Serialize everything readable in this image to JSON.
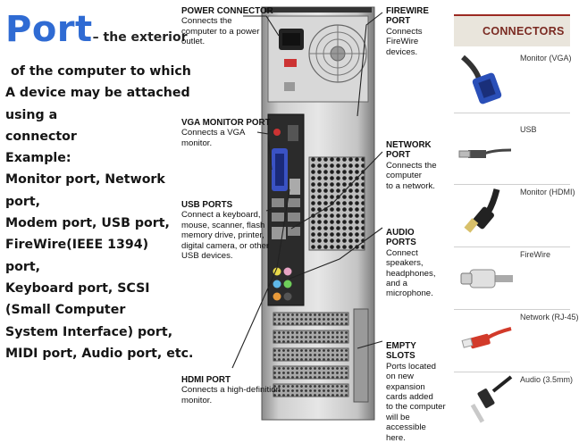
{
  "intro": {
    "title_word": "Port",
    "title_rest": "– the exterior",
    "lines": [
      "of the computer to which",
      "A device may be attached",
      "using a",
      "connector",
      "Example:",
      "Monitor port, Network",
      "port,",
      "Modem port, USB port,",
      "FireWire(IEEE 1394)",
      "port,",
      "Keyboard port, SCSI",
      "(Small Computer",
      "System Interface) port,",
      "MIDI port, Audio port, etc."
    ]
  },
  "callouts": {
    "power": {
      "title": "POWER CONNECTOR",
      "lines": [
        "Connects the",
        "computer to a power",
        "outlet."
      ]
    },
    "firewire": {
      "title": "FIREWIRE PORT",
      "lines": [
        "Connects FireWire",
        "devices."
      ]
    },
    "vga": {
      "title": "VGA MONITOR PORT",
      "lines": [
        "Connects a VGA",
        "monitor."
      ]
    },
    "network": {
      "title": "NETWORK PORT",
      "lines": [
        "Connects the computer",
        "to a network."
      ]
    },
    "usb": {
      "title": "USB PORTS",
      "lines": [
        "Connect a keyboard,",
        "mouse, scanner, flash",
        "memory drive, printer,",
        "digital camera, or other",
        "USB devices."
      ]
    },
    "audio": {
      "title": "AUDIO PORTS",
      "lines": [
        "Connect speakers,",
        "headphones, and a",
        "microphone."
      ]
    },
    "slots": {
      "title": "EMPTY SLOTS",
      "lines": [
        "Ports located on new",
        "expansion cards added",
        "to the computer will be",
        "accessible here."
      ]
    },
    "hdmi": {
      "title": "HDMI PORT",
      "lines": [
        "Connects a high-definition",
        "monitor."
      ]
    }
  },
  "connectors_panel": {
    "heading": "CONNECTORS",
    "items": [
      {
        "label": "Monitor (VGA)",
        "icon": "vga-connector-icon"
      },
      {
        "label": "USB",
        "icon": "usb-connector-icon"
      },
      {
        "label": "Monitor (HDMI)",
        "icon": "hdmi-connector-icon"
      },
      {
        "label": "FireWire",
        "icon": "firewire-connector-icon"
      },
      {
        "label": "Network (RJ-45)",
        "icon": "rj45-connector-icon"
      },
      {
        "label": "Audio (3.5mm)",
        "icon": "audio-jack-icon"
      }
    ]
  },
  "colors": {
    "title_blue": "#2f6bd3",
    "panel_heading": "#7a2a22",
    "vga_blue": "#2a4fb8",
    "rj45_red": "#d23a2a"
  }
}
